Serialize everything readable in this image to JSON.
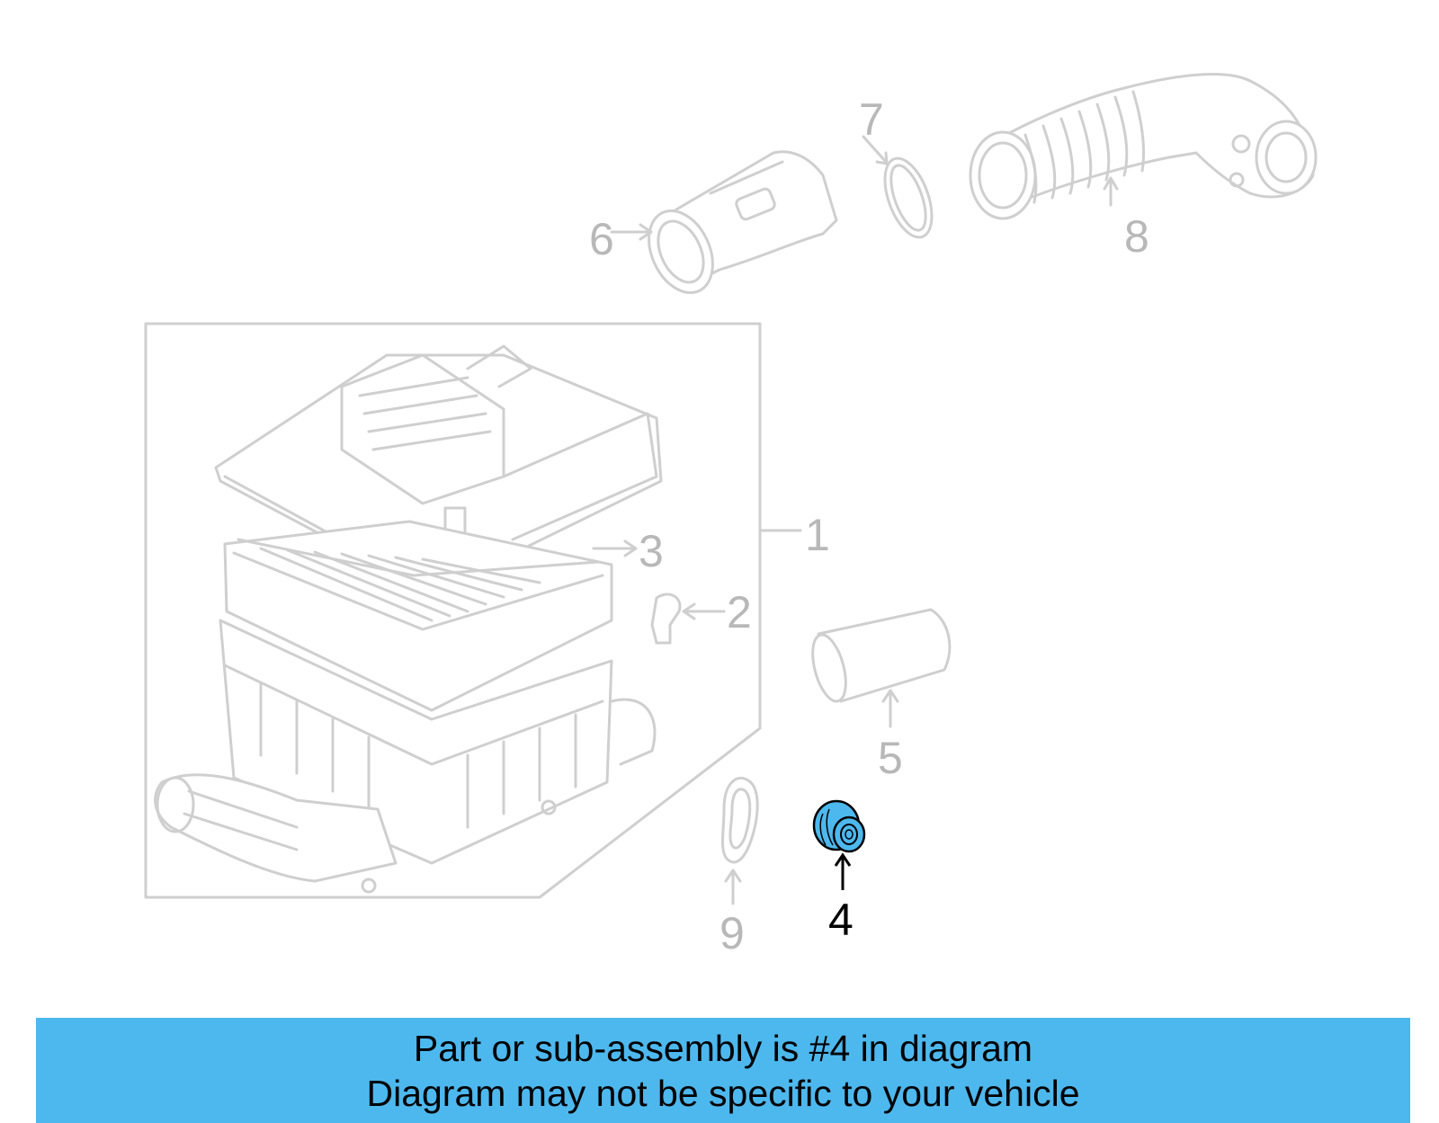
{
  "diagram": {
    "callouts": [
      {
        "id": "1",
        "label": "1",
        "highlight": false
      },
      {
        "id": "2",
        "label": "2",
        "highlight": false
      },
      {
        "id": "3",
        "label": "3",
        "highlight": false
      },
      {
        "id": "4",
        "label": "4",
        "highlight": true
      },
      {
        "id": "5",
        "label": "5",
        "highlight": false
      },
      {
        "id": "6",
        "label": "6",
        "highlight": false
      },
      {
        "id": "7",
        "label": "7",
        "highlight": false
      },
      {
        "id": "8",
        "label": "8",
        "highlight": false
      },
      {
        "id": "9",
        "label": "9",
        "highlight": false
      }
    ],
    "colors": {
      "part_outline": "#cfcfcf",
      "label_gray": "#b8b8b8",
      "highlight_fill": "#4db8ee",
      "highlight_text": "#000000"
    }
  },
  "banner": {
    "line1": "Part or sub-assembly is #4 in diagram",
    "line2": "Diagram may not be specific to your vehicle",
    "background": "#4db8ee"
  }
}
